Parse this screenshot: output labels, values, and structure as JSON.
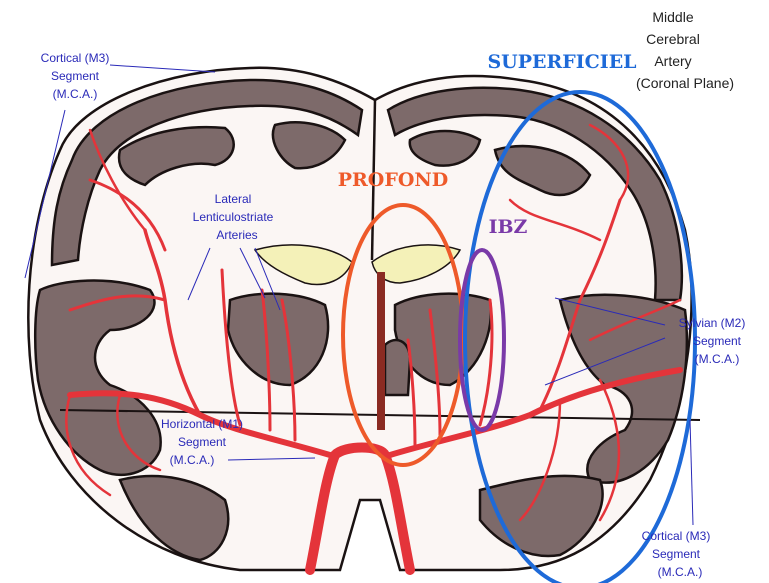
{
  "colors": {
    "cortex": "#7d6a6a",
    "white_matter": "#fbf6f4",
    "artery": "#e4343a",
    "ventricle": "#f4f1b8",
    "profond": "#ee5a2a",
    "superficiel": "#1e6ad8",
    "ibz": "#7a3aa8",
    "label_blue": "#2a2ab8"
  },
  "labels": {
    "title_lines": [
      "Middle",
      "Cerebral",
      "Artery",
      "(Coronal Plane)"
    ],
    "profond": "PROFOND",
    "superficiel": "SUPERFICIEL",
    "ibz": "IBZ",
    "cortical_top": [
      "Cortical (M3)",
      "Segment",
      "(M.C.A.)"
    ],
    "lenticulostriate": [
      "Lateral",
      "Lenticulostriate",
      "Arteries"
    ],
    "horizontal": [
      "Horizontal (M1)",
      "Segment",
      "(M.C.A.)"
    ],
    "sylvian": [
      "Sylvian (M2)",
      "Segment",
      "(M.C.A.)"
    ],
    "cortical_bottom": [
      "Cortical (M3)",
      "Segment",
      "(M.C.A.)"
    ]
  }
}
